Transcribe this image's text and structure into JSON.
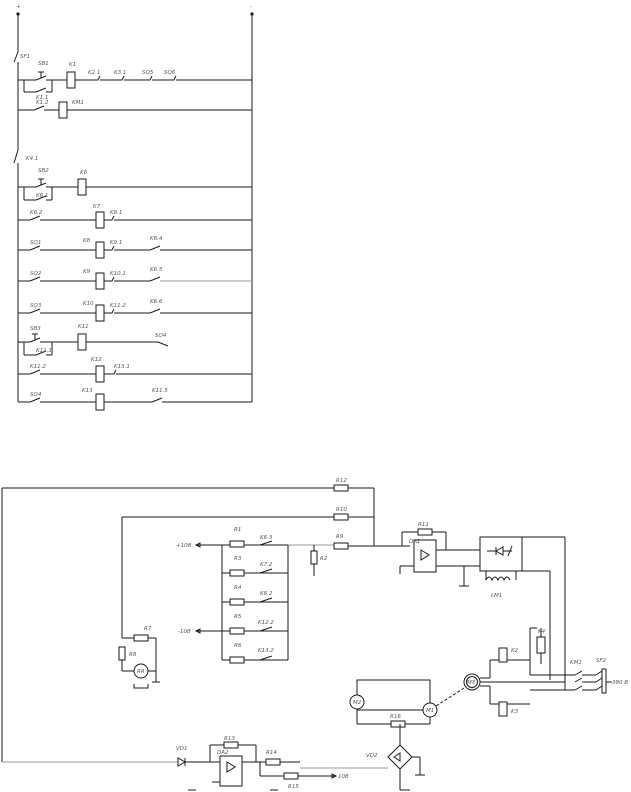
{
  "labels": {
    "plus": "+",
    "minus": "-",
    "sf1": "SF1",
    "sb1": "SB1",
    "k1": "K1",
    "k2_1": "K2.1",
    "k3_1": "K3.1",
    "sq5": "SQ5",
    "sq6": "SQ6",
    "k1_1": "K1.1",
    "k1_2": "K1.2",
    "km1": "KM1",
    "k4_1": "K4.1",
    "sb2": "SB2",
    "k6": "K6",
    "k6_1": "K6.1",
    "k6_2": "K6.2",
    "k7": "K7",
    "k8_1": "K8.1",
    "sq1": "SQ1",
    "k8": "K8",
    "k9_1": "K9.1",
    "k6_4": "K6.4",
    "sq2": "SQ2",
    "k9": "K9",
    "k10_1": "K10.1",
    "k6_5": "K6.5",
    "sq3": "SQ3",
    "k10": "K10",
    "k11_2": "K11.2",
    "k6_6": "K6.6",
    "sb3": "SB3",
    "k11": "K11",
    "sq4_top": "SQ4",
    "k11_1": "K11.1",
    "k11_2b": "K11.2",
    "k12": "K12",
    "k13_1": "K13.1",
    "sq4": "SQ4",
    "k13": "K13",
    "k11_5": "K11.5",
    "r12": "R12",
    "r10": "R10",
    "r11": "R11",
    "r9": "R9",
    "r2": "R2",
    "da1": "DA1",
    "lm1": "LM1",
    "p10v": "+10В",
    "m10v": "-10В",
    "r1": "R1",
    "r3": "R3",
    "r4": "R4",
    "r5": "R5",
    "r6": "R6",
    "k6_3": "K6.3",
    "k7_2": "K7.2",
    "k8_2": "K8.2",
    "k12_2": "K12.2",
    "k13_2": "K13.2",
    "r7": "R7",
    "r8": "R8",
    "rr": "RR",
    "k4": "K4",
    "k2": "K2",
    "k3": "K3",
    "km1b": "KM1",
    "sf2": "SF2",
    "v380": "380 В",
    "m3": "M3",
    "m2": "M2",
    "m1": "M1",
    "r16": "R16",
    "vd2": "VD2",
    "vd1": "VD1",
    "r13": "R13",
    "da2": "DA2",
    "r14": "R14",
    "r15": "R15",
    "p10v_b": "10В"
  }
}
